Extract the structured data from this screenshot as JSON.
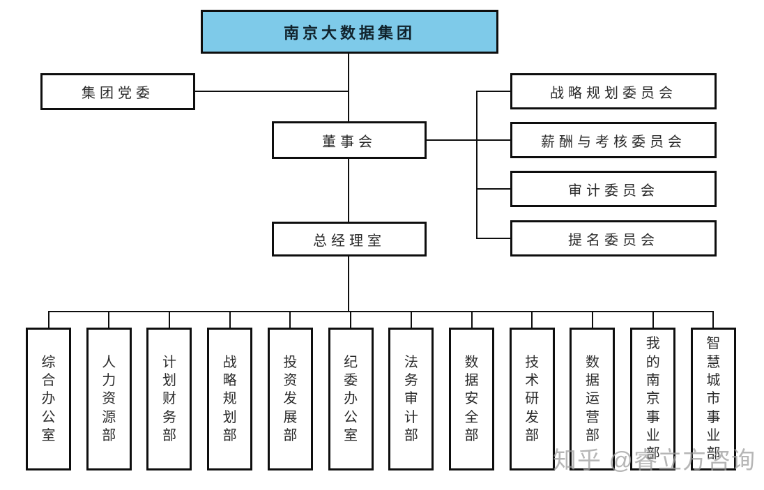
{
  "chart": {
    "root": "南京大数据集团",
    "party": "集团党委",
    "board": "董事会",
    "general_manager": "总经理室",
    "committees": [
      "战略规划委员会",
      "薪酬与考核委员会",
      "审计委员会",
      "提名委员会"
    ],
    "departments": [
      "综合办公室",
      "人力资源部",
      "计划财务部",
      "战略规划部",
      "投资发展部",
      "纪委办公室",
      "法务审计部",
      "数据安全部",
      "技术研发部",
      "数据运营部",
      "我的南京事业部",
      "智慧城市事业部"
    ]
  },
  "watermark": "知乎 @睿立方咨询",
  "colors": {
    "root_fill": "#7ecae9",
    "line": "#0e0e0e",
    "watermark": "#9e9e9e",
    "background": "#ffffff"
  }
}
